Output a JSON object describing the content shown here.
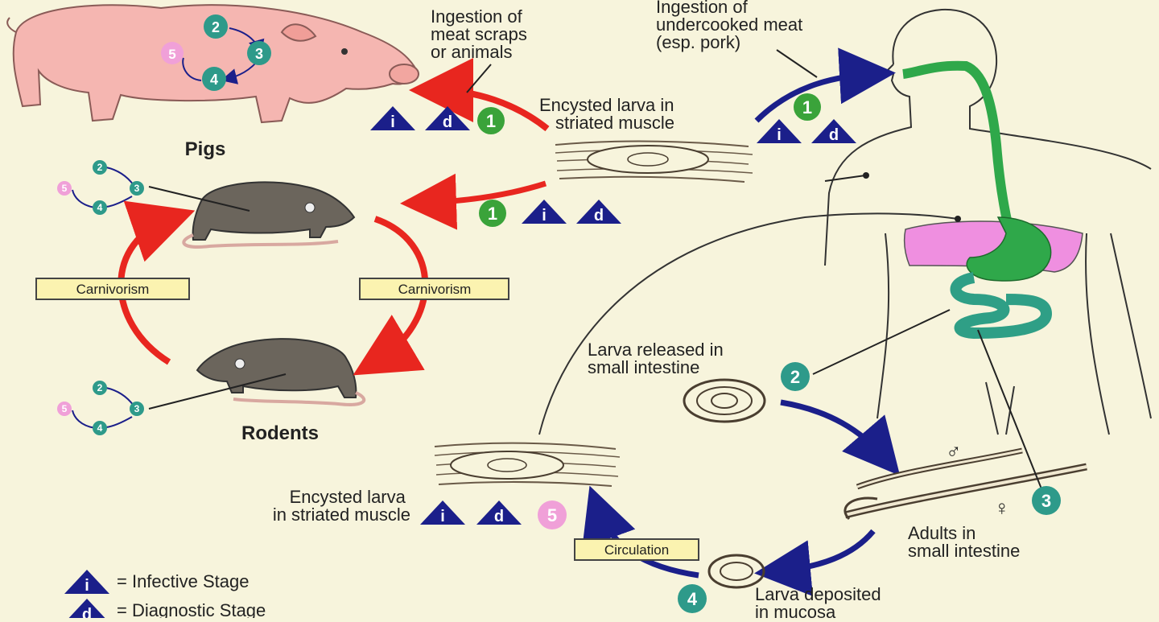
{
  "labels": {
    "ingestion_scraps": [
      "Ingestion of",
      "meat scraps",
      "or animals"
    ],
    "ingestion_meat": [
      "Ingestion of",
      "undercooked meat",
      "(esp. pork)"
    ],
    "encysted_top": [
      "Encysted larva in",
      "striated muscle"
    ],
    "pigs": "Pigs",
    "rodents": "Rodents",
    "carnivorism_left": "Carnivorism",
    "carnivorism_right": "Carnivorism",
    "larva_released": [
      "Larva released in",
      "small intestine"
    ],
    "adults": [
      "Adults in",
      "small intestine"
    ],
    "encysted_bottom": [
      "Encysted larva",
      "in striated muscle"
    ],
    "circulation": "Circulation",
    "larva_deposited": [
      "Larva deposited",
      "in mucosa"
    ]
  },
  "markers": {
    "infective": "i",
    "diagnostic": "d",
    "stage1": "1",
    "stage2": "2",
    "stage3": "3",
    "stage4": "4",
    "stage5": "5"
  },
  "legend": {
    "infective": "= Infective Stage",
    "diagnostic": "= Diagnostic Stage"
  },
  "symbols": {
    "male": "♂",
    "female": "♀"
  },
  "colors": {
    "background": "#f7f4dc",
    "red_arrow": "#e8261f",
    "blue_arrow": "#1b1f8a",
    "triangle": "#1b1f8a",
    "green_circle": "#3aa33a",
    "teal_circle": "#2e9a8a",
    "pink_circle": "#f0a0d8",
    "gut_green": "#2fa84a",
    "liver_pink": "#ef8fe0",
    "intestine_teal": "#2f9f86",
    "label_box": "#fbf3b0"
  }
}
